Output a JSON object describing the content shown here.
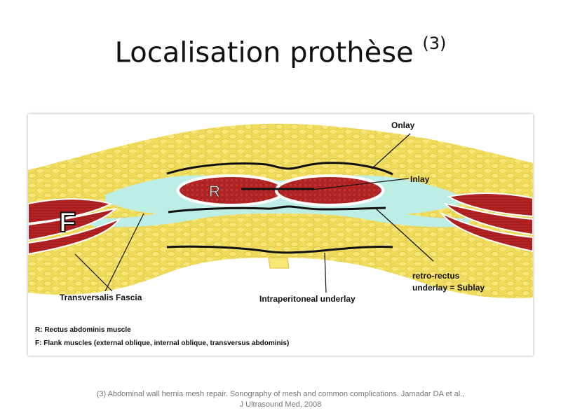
{
  "slide": {
    "title": "Localisation prothèse",
    "title_ref": "(3)"
  },
  "diagram": {
    "labels": {
      "onlay": "Onlay",
      "inlay": "Inlay",
      "retro_line1": "retro-rectus",
      "retro_line2": "underlay = Sublay",
      "intraperitoneal": "Intraperitoneal underlay",
      "transversalis": "Transversalis Fascia",
      "rectus_letter": "R",
      "flank_letter": "F"
    },
    "legend": [
      "R: Rectus abdominis muscle",
      "F: Flank muscles (external oblique, internal oblique, transversus abdominis)"
    ],
    "colors": {
      "fat": "#f0dc5c",
      "fat_border": "#e2c43a",
      "muscle": "#b52424",
      "fascia": "#bdeee6",
      "mesh": "#111111"
    }
  },
  "footer": {
    "citation_line1": "(3) Abdominal wall hernia mesh repair. Sonography of mesh and common complications. Jamadar DA et al.,",
    "citation_line2": "J Ultrasound Med, 2008"
  }
}
